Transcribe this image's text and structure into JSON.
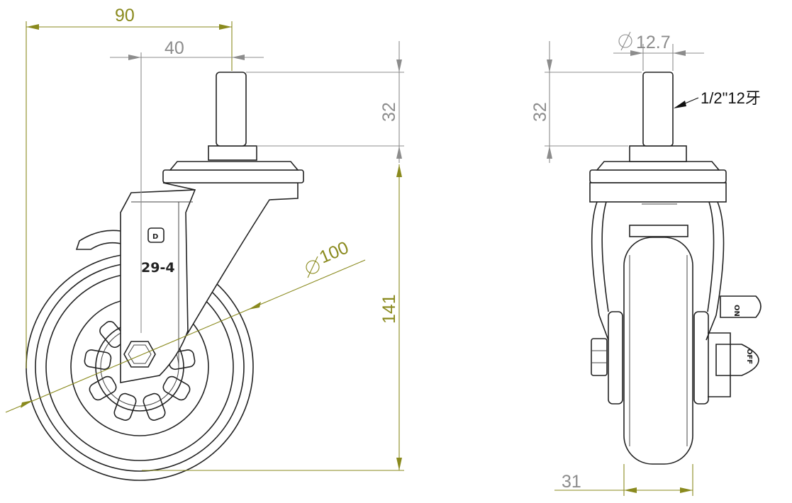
{
  "front_view": {
    "dim_width_overall": "90",
    "dim_offset": "40",
    "dim_stem_length": "32",
    "dim_height_overall": "141",
    "dim_wheel_diameter": "100",
    "model_mark": "29-4",
    "logo_letter": "D"
  },
  "side_view": {
    "dim_stem_diameter": "12.7",
    "dim_stem_length": "32",
    "thread_note": "1/2\"12牙",
    "dim_wheel_width": "31",
    "brake_label_on": "ON",
    "brake_label_off": "OFF"
  },
  "symbols": {
    "diameter_symbol": "diameter-symbol"
  },
  "colors": {
    "dimension_olive": "#8a8a1e",
    "dimension_grey": "#8c8c8c",
    "part_outline": "#222222"
  }
}
